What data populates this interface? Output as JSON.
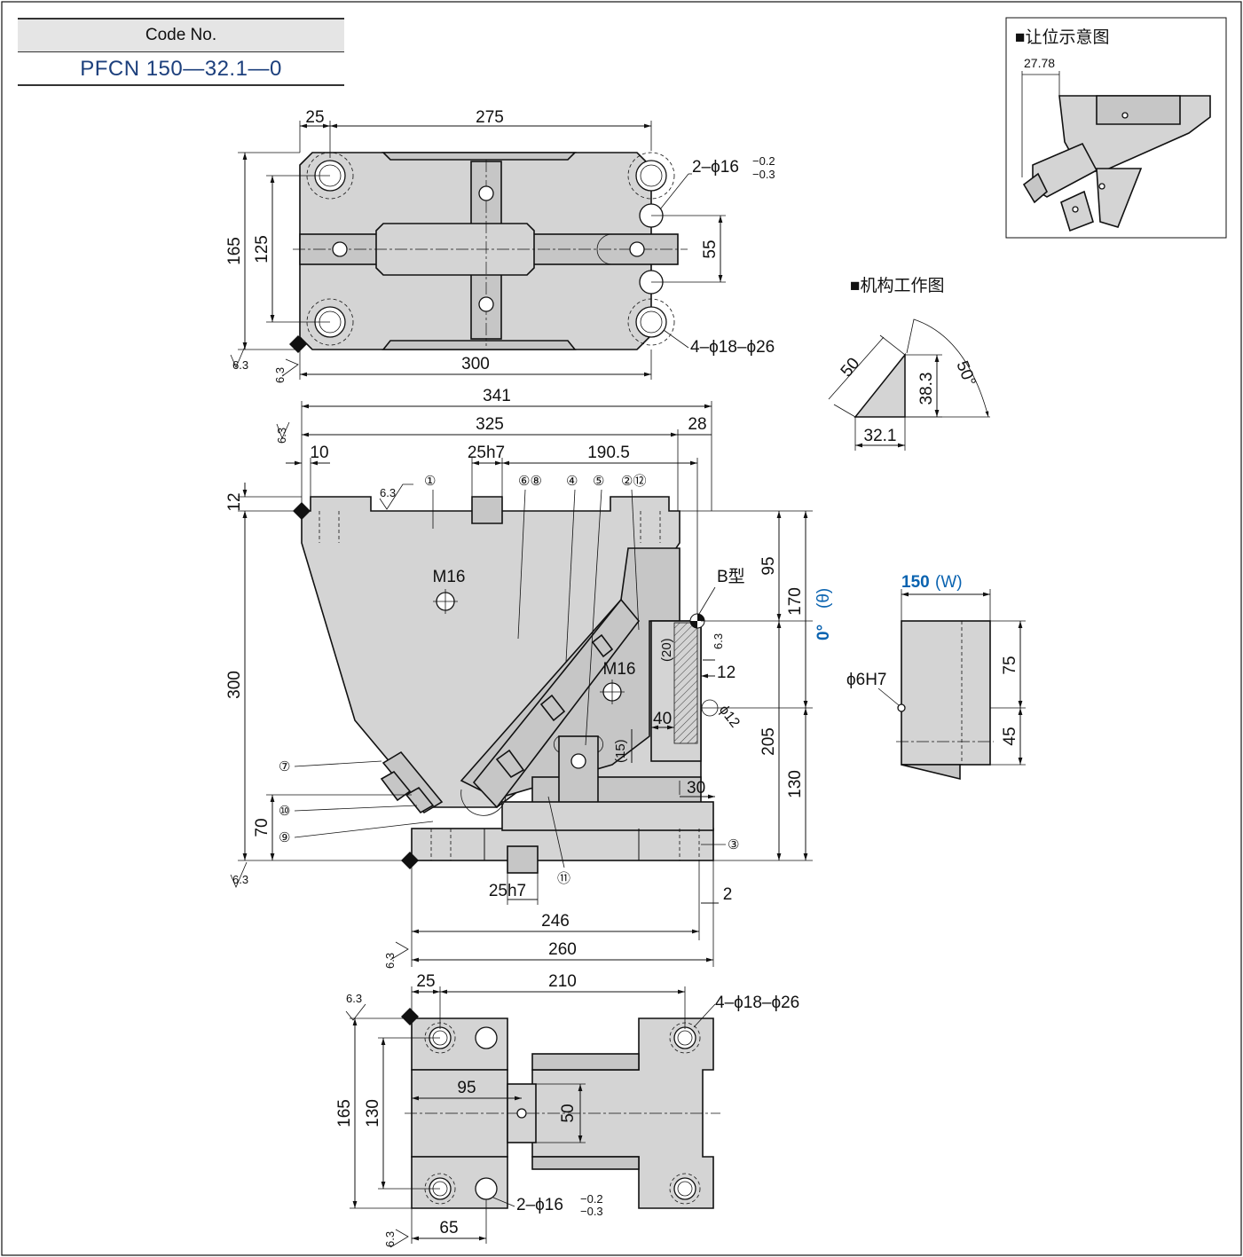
{
  "code_box": {
    "header": "Code No.",
    "value": "PFCN 150—32.1—0"
  },
  "top_view": {
    "dims": {
      "d25": "25",
      "d275": "275",
      "d165": "165",
      "d125": "125",
      "d55": "55",
      "d300": "300"
    },
    "callouts": {
      "holes_pin_prefix": "2–ϕ16",
      "holes_pin_tol_upper": "−0.2",
      "holes_pin_tol_lower": "−0.3",
      "holes_bolt": "4–ϕ18–ϕ26"
    },
    "roughness": [
      "6.3",
      "6.3"
    ]
  },
  "front_view": {
    "dims": {
      "d341": "341",
      "d325": "325",
      "d28": "28",
      "d10": "10",
      "d25h7_top": "25h7",
      "d190_5": "190.5",
      "d12_left": "12",
      "d300": "300",
      "d70": "70",
      "d95": "95",
      "d170": "170",
      "d205": "205",
      "d130": "130",
      "d20": "(20)",
      "d12_right": "12",
      "d40": "40",
      "d12_dia": "ϕ12",
      "d15": "(15)",
      "d30": "30",
      "d25h7_bot": "25h7",
      "d2": "2",
      "d246": "246",
      "d260": "260"
    },
    "labels": {
      "m16_a": "M16",
      "m16_b": "M16",
      "b_type": "B型",
      "angle": "0°",
      "angle_theta": "(θ)"
    },
    "balloons": [
      "①",
      "⑥⑧",
      "④",
      "⑤",
      "②⑫",
      "⑦",
      "⑩",
      "⑨",
      "③",
      "⑪"
    ],
    "roughness": [
      "6.3",
      "6.3",
      "6.3",
      "6.3",
      "6.3"
    ]
  },
  "bottom_view": {
    "dims": {
      "d25": "25",
      "d210": "210",
      "d95": "95",
      "d165": "165",
      "d130": "130",
      "d50": "50",
      "d65": "65"
    },
    "callouts": {
      "holes_bolt": "4–ϕ18–ϕ26",
      "holes_pin_prefix": "2–ϕ16",
      "holes_pin_tol_upper": "−0.2",
      "holes_pin_tol_lower": "−0.3"
    },
    "roughness": [
      "6.3",
      "6.3"
    ]
  },
  "clearance_view": {
    "title": "■让位示意图",
    "dim": "27.78"
  },
  "mechanism_view": {
    "title": "■机构工作图",
    "d50": "50",
    "d38_3": "38.3",
    "d32_1": "32.1",
    "angle": "50°"
  },
  "side_view": {
    "width_num": "150",
    "width_sym": "(W)",
    "d75": "75",
    "d45": "45",
    "hole": "ϕ6H7"
  }
}
